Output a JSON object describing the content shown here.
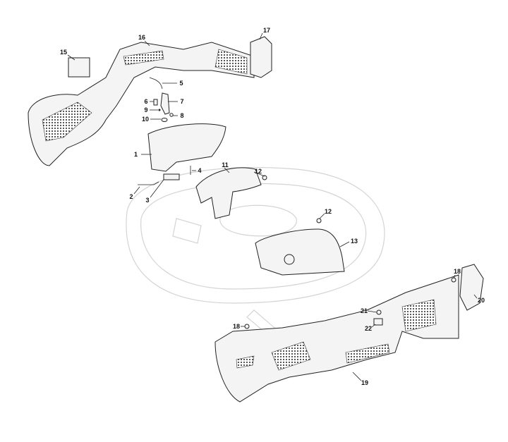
{
  "diagram": {
    "title": "Mower deck exploded parts diagram",
    "callouts": [
      {
        "number": "1"
      },
      {
        "number": "2"
      },
      {
        "number": "3"
      },
      {
        "number": "4"
      },
      {
        "number": "5"
      },
      {
        "number": "6"
      },
      {
        "number": "7"
      },
      {
        "number": "8"
      },
      {
        "number": "9"
      },
      {
        "number": "10"
      },
      {
        "number": "11"
      },
      {
        "number": "12"
      },
      {
        "number": "12"
      },
      {
        "number": "13"
      },
      {
        "number": "15"
      },
      {
        "number": "16"
      },
      {
        "number": "17"
      },
      {
        "number": "18"
      },
      {
        "number": "18"
      },
      {
        "number": "19"
      },
      {
        "number": "20"
      },
      {
        "number": "21"
      },
      {
        "number": "22"
      }
    ]
  }
}
